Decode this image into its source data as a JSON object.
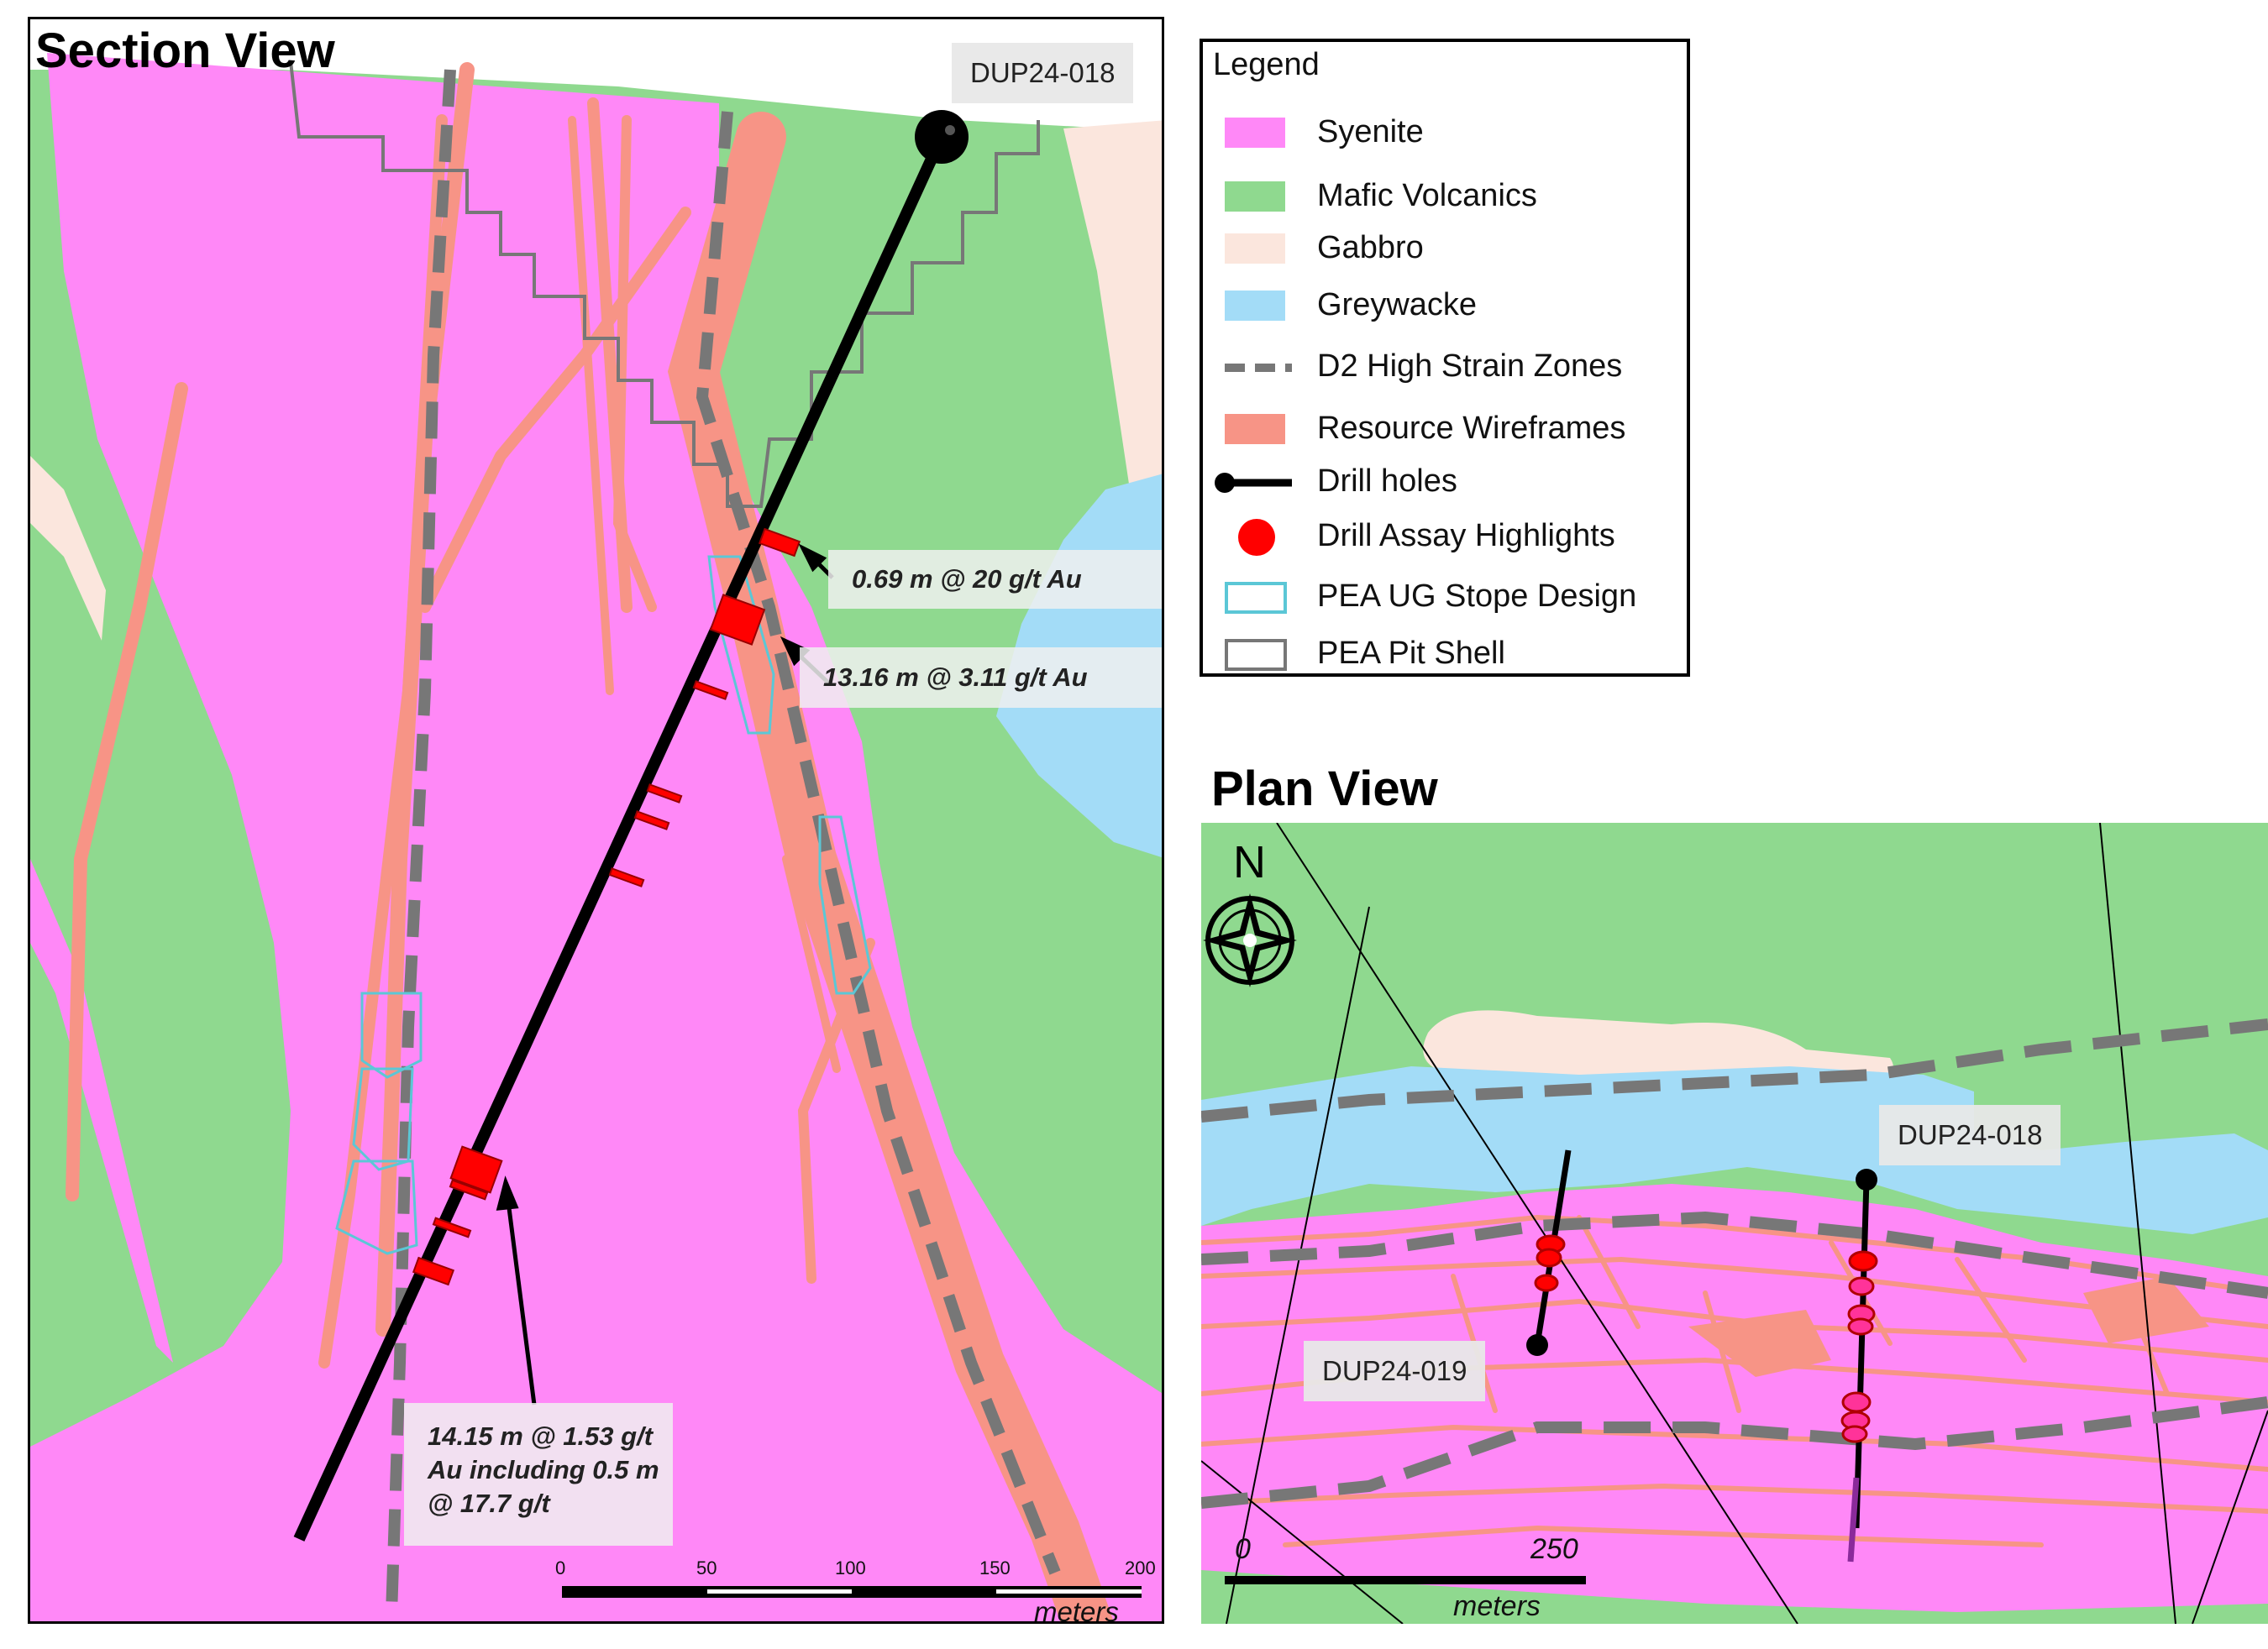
{
  "section_view": {
    "title": "Section View",
    "drill_hole_label": "DUP24-018",
    "callouts": [
      {
        "text": "0.69 m @ 20 g/t Au"
      },
      {
        "text": "13.16 m @ 3.11 g/t Au"
      },
      {
        "text": "14.15 m @ 1.53 g/t Au including 0.5 m @ 17.7 g/t"
      }
    ],
    "scale": {
      "ticks": [
        "0",
        "50",
        "100",
        "150",
        "200"
      ],
      "unit": "meters"
    }
  },
  "plan_view": {
    "title": "Plan View",
    "north_label": "N",
    "drill_hole_labels": [
      "DUP24-018",
      "DUP24-019"
    ],
    "scale": {
      "ticks": [
        "0",
        "250"
      ],
      "unit": "meters"
    }
  },
  "legend": {
    "title": "Legend",
    "items": [
      {
        "label": "Syenite",
        "color": "#ff88f7",
        "kind": "fill"
      },
      {
        "label": "Mafic Volcanics",
        "color": "#8fd98f",
        "kind": "fill"
      },
      {
        "label": "Gabbro",
        "color": "#fbe6dd",
        "kind": "fill"
      },
      {
        "label": "Greywacke",
        "color": "#a3dcf7",
        "kind": "fill"
      },
      {
        "label": "D2 High Strain Zones",
        "color": "#777777",
        "kind": "dash"
      },
      {
        "label": "Resource Wireframes",
        "color": "#f79486",
        "kind": "fill"
      },
      {
        "label": "Drill holes",
        "color": "#000000",
        "kind": "drill"
      },
      {
        "label": "Drill Assay Highlights",
        "color": "#ff0000",
        "kind": "dot"
      },
      {
        "label": "PEA UG Stope Design",
        "color": "#5bc7d6",
        "kind": "outline"
      },
      {
        "label": "PEA Pit Shell",
        "color": "#777777",
        "kind": "outline"
      }
    ]
  }
}
